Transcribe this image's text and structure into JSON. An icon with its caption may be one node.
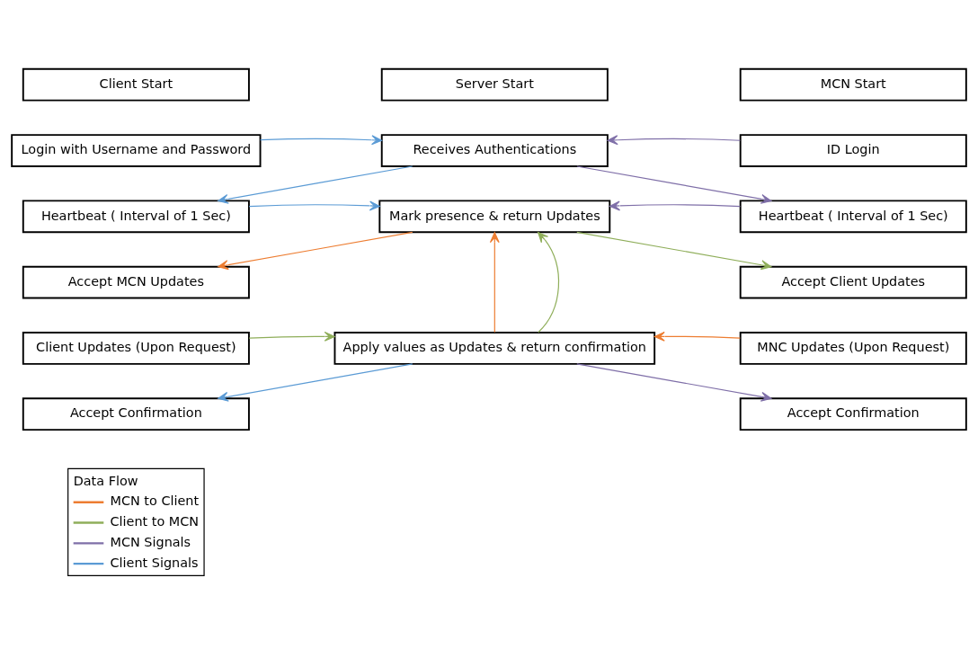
{
  "diagram": {
    "nodes": [
      {
        "text": [
          "Client Start"
        ]
      },
      {
        "text": [
          "Server Start"
        ]
      },
      {
        "text": [
          "MCN Start"
        ]
      },
      {
        "text": [
          "Login with Username and Password"
        ]
      },
      {
        "text": [
          "Receives Authentications"
        ]
      },
      {
        "text": [
          "ID Login"
        ]
      },
      {
        "text": [
          "Heartbeat ( Interval of 1 Sec)"
        ]
      },
      {
        "text": [
          "Mark presence & return Updates"
        ]
      },
      {
        "text": [
          "Heartbeat ( Interval of 1 Sec)"
        ]
      },
      {
        "text": [
          "Accept MCN Updates"
        ]
      },
      {
        "text": [
          "Accept Client Updates"
        ]
      },
      {
        "text": [
          "Client Updates (Upon Request)"
        ]
      },
      {
        "text": [
          "Apply values as Updates & return confirmation"
        ]
      },
      {
        "text": [
          "MNC Updates (Upon Request)"
        ]
      },
      {
        "text": [
          "Accept Confirmation"
        ]
      },
      {
        "text": [
          "Accept Confirmation"
        ]
      }
    ],
    "edges": [
      {
        "from": 3,
        "to": 4,
        "arrow": "to",
        "color": "#5b9bd5"
      },
      {
        "from": 5,
        "to": 4,
        "arrow": "to",
        "color": "#7f6fa8"
      },
      {
        "from": 4,
        "to": 6,
        "arrow": "to",
        "color": "#5b9bd5"
      },
      {
        "from": 4,
        "to": 8,
        "arrow": "to",
        "color": "#7f6fa8"
      },
      {
        "from": 6,
        "to": 7,
        "arrow": "to",
        "color": "#5b9bd5"
      },
      {
        "from": 8,
        "to": 7,
        "arrow": "to",
        "color": "#7f6fa8"
      },
      {
        "from": 7,
        "to": 9,
        "arrow": "to",
        "color": "#ed7d31"
      },
      {
        "from": 7,
        "to": 10,
        "arrow": "to",
        "color": "#8fae5a"
      },
      {
        "from": 12,
        "to": 7,
        "arrow": "to",
        "color": "#ed7d31"
      },
      {
        "from": 12,
        "to": 7,
        "arrow": "to",
        "color": "#8fae5a"
      },
      {
        "from": 11,
        "to": 12,
        "arrow": "to",
        "color": "#8fae5a"
      },
      {
        "from": 13,
        "to": 12,
        "arrow": "to",
        "color": "#ed7d31"
      },
      {
        "from": 12,
        "to": 14,
        "arrow": "to",
        "color": "#5b9bd5"
      },
      {
        "from": 12,
        "to": 15,
        "arrow": "to",
        "color": "#7f6fa8"
      }
    ],
    "labels": [
      "Data Flow"
    ],
    "legend": [
      {
        "text": "MCN to Client",
        "color": "#ed7d31"
      },
      {
        "text": "Client to MCN",
        "color": "#8fae5a"
      },
      {
        "text": "MCN Signals",
        "color": "#7f6fa8"
      },
      {
        "text": "Client Signals",
        "color": "#5b9bd5"
      }
    ]
  }
}
